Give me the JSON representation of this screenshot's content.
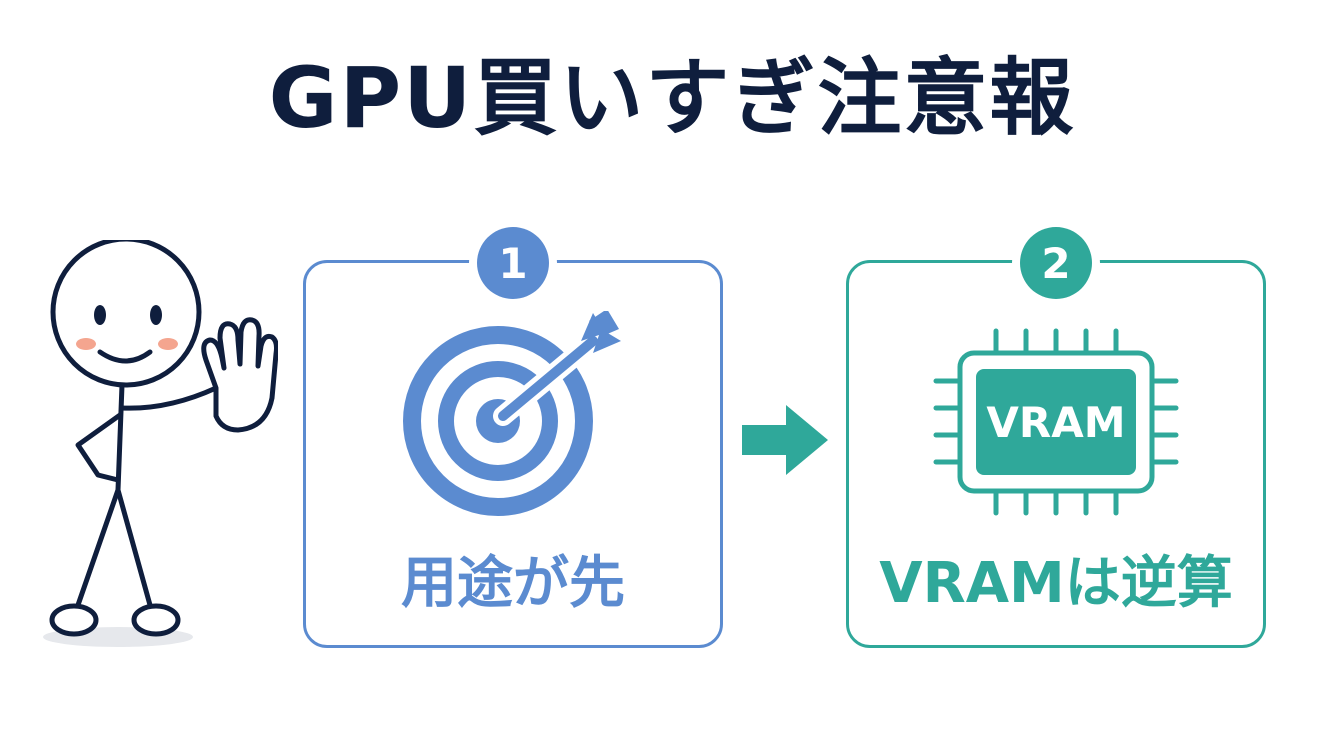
{
  "title": "GPU買いすぎ注意報",
  "steps": [
    {
      "number": "1",
      "label": "用途が先",
      "icon": "target-icon",
      "color": "#5b8bd0"
    },
    {
      "number": "2",
      "label": "VRAMは逆算",
      "icon": "memory-chip-icon",
      "chip_text": "VRAM",
      "color": "#2fa89a"
    }
  ],
  "colors": {
    "title": "#0f1e3d",
    "blue": "#5b8bd0",
    "teal": "#2fa89a",
    "figure": "#0f1e3d",
    "cheek": "#f4a58f"
  },
  "figure": {
    "icon": "stick-figure-stop-icon"
  },
  "connector": {
    "icon": "arrow-right-icon"
  }
}
